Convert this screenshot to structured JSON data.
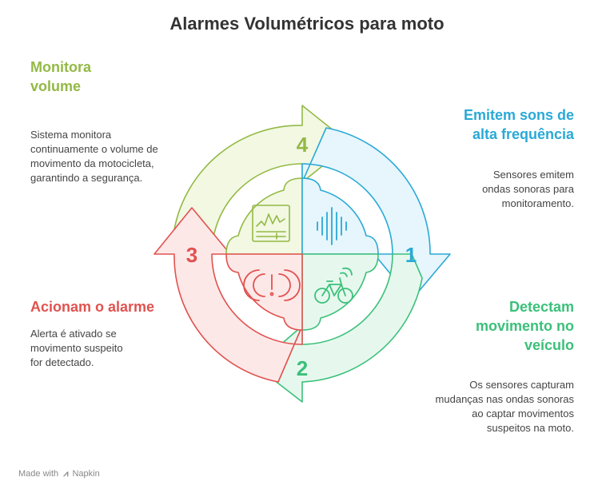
{
  "title": "Alarmes Volumétricos para moto",
  "colors": {
    "step1": "#2aa9d6",
    "step2": "#3cc07a",
    "step3": "#e0524f",
    "step4": "#93b945",
    "step1_fill": "#e6f6fc",
    "step2_fill": "#e6f8ee",
    "step3_fill": "#fde8e8",
    "step4_fill": "#f2f8e2"
  },
  "steps": [
    {
      "number": "1",
      "heading_lines": [
        "Emitem sons de",
        "alta frequência"
      ],
      "description_lines": [
        "Sensores emitem",
        "ondas sonoras para",
        "monitoramento."
      ],
      "icon": "sound-wave-icon"
    },
    {
      "number": "2",
      "heading_lines": [
        "Detectam",
        "movimento no",
        "veículo"
      ],
      "description_lines": [
        "Os sensores capturam",
        "mudanças nas ondas sonoras",
        "ao captar movimentos",
        "suspeitos na moto."
      ],
      "icon": "bicycle-icon"
    },
    {
      "number": "3",
      "heading_lines": [
        "Acionam o alarme"
      ],
      "description_lines": [
        "Alerta é ativado se",
        "movimento suspeito",
        "for detectado."
      ],
      "icon": "alarm-alert-icon"
    },
    {
      "number": "4",
      "heading_lines": [
        "Monitora",
        "volume"
      ],
      "description_lines": [
        "Sistema monitora",
        "continuamente o volume de",
        "movimento da motocicleta,",
        "garantindo a segurança."
      ],
      "icon": "monitor-chart-icon"
    }
  ],
  "footer": {
    "made_with": "Made with",
    "brand": "Napkin"
  }
}
